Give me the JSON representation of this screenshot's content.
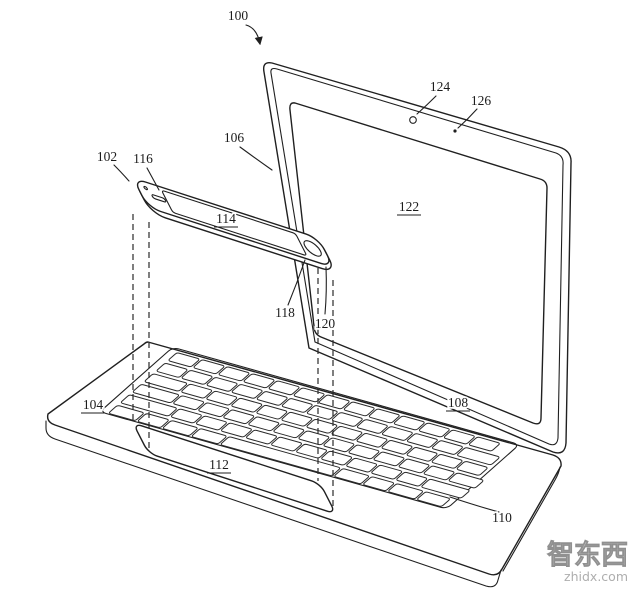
{
  "figure": {
    "labels": {
      "n100": "100",
      "n102": "102",
      "n104": "104",
      "n106": "106",
      "n108": "108",
      "n110": "110",
      "n112": "112",
      "n114": "114",
      "n116": "116",
      "n118": "118",
      "n120": "120",
      "n122": "122",
      "n124": "124",
      "n126": "126"
    }
  },
  "watermark": {
    "brand": "智东西",
    "site": "zhidx.com"
  },
  "colors": {
    "ink": "#202020",
    "background": "#ffffff",
    "watermark": "#c9c9c9"
  }
}
